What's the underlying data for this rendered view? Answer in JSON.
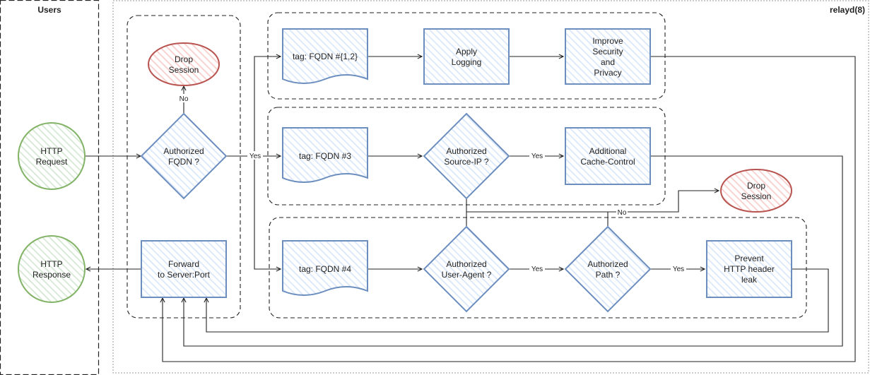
{
  "users_panel": {
    "title": "Users"
  },
  "relayd_panel": {
    "title": "relayd(8)"
  },
  "nodes": {
    "http_request": [
      "HTTP",
      "Request"
    ],
    "http_response": [
      "HTTP",
      "Response"
    ],
    "drop_session_top": [
      "Drop",
      "Session"
    ],
    "drop_session_right": [
      "Drop",
      "Session"
    ],
    "authorized_fqdn": [
      "Authorized",
      "FQDN ?"
    ],
    "forward": [
      "Forward",
      "to Server:Port"
    ],
    "tag_fqdn_12": [
      "tag: FQDN #{1,2}"
    ],
    "apply_logging": [
      "Apply",
      "Logging"
    ],
    "improve_security": [
      "Improve",
      "Security",
      "and",
      "Privacy"
    ],
    "tag_fqdn_3": [
      "tag: FQDN #3"
    ],
    "authorized_source_ip": [
      "Authorized",
      "Source-IP ?"
    ],
    "additional_cache": [
      "Additional",
      "Cache-Control"
    ],
    "tag_fqdn_4": [
      "tag: FQDN #4"
    ],
    "authorized_user_agent": [
      "Authorized",
      "User-Agent ?"
    ],
    "authorized_path": [
      "Authorized",
      "Path ?"
    ],
    "prevent_leak": [
      "Prevent",
      "HTTP header",
      "leak"
    ]
  },
  "edge_labels": {
    "fqdn_no": "No",
    "fqdn_yes": "Yes",
    "source_ip_yes": "Yes",
    "user_agent_yes": "Yes",
    "path_yes": "Yes",
    "checks_no": "No"
  },
  "colors": {
    "blue_stroke": "#6c8ebf",
    "blue_fill": "#dae8fc",
    "red_stroke": "#b85450",
    "red_fill": "#f8cecc",
    "green_stroke": "#82b366",
    "green_fill": "#d5e8d4",
    "line": "#222222"
  }
}
